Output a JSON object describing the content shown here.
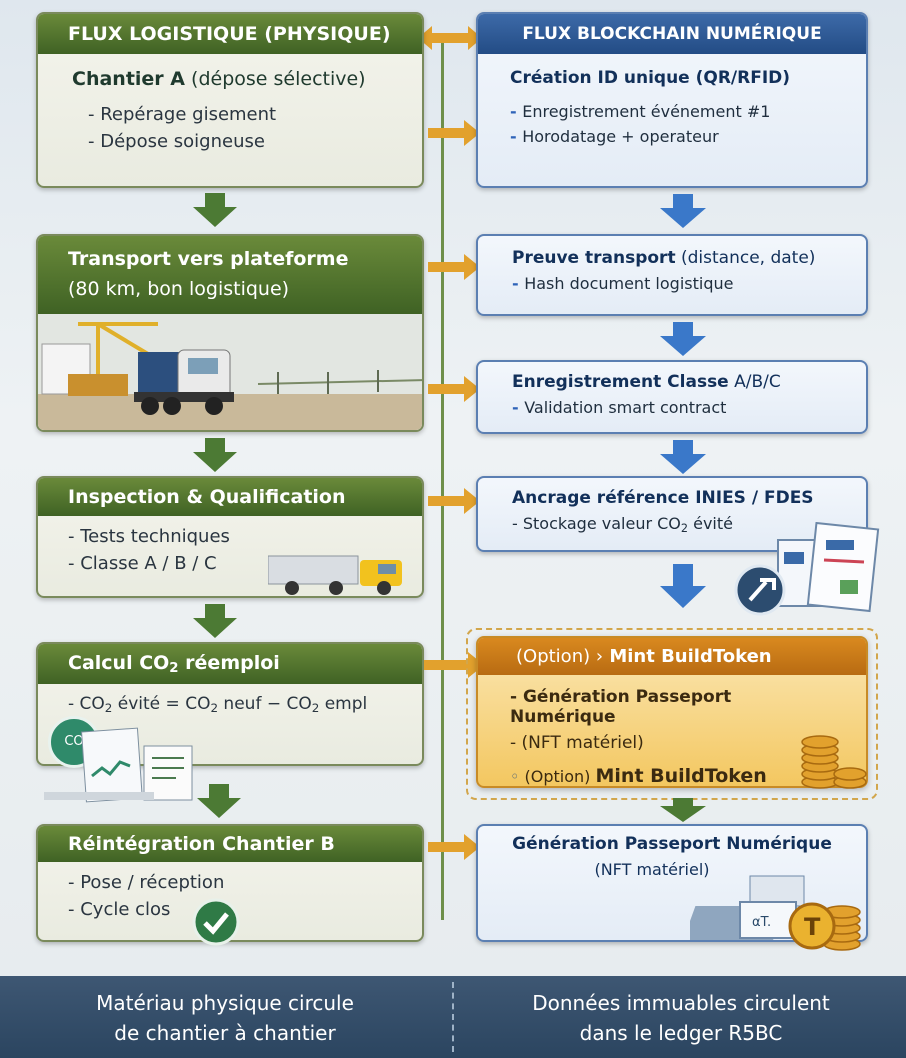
{
  "left": {
    "header": "FLUX LOGISTIQUE (PHYSIQUE)",
    "box1": {
      "title_bold": "Chantier A",
      "title_normal": " (dépose sélective)",
      "items": [
        "- Repérage gisement",
        "- Dépose soigneuse"
      ]
    },
    "box2": {
      "title_line1": "Transport vers plateforme",
      "title_line2": "(80 km, bon logistique)"
    },
    "box3": {
      "title": "Inspection & Qualification",
      "items": [
        "- Tests techniques",
        "- Classe A / B / C"
      ]
    },
    "box4": {
      "title_pre": "Calcul CO",
      "title_sub": "2",
      "title_post": " réemploi",
      "formula_a": "- CO",
      "formula_b": " évité = CO",
      "formula_c": " neuf − CO",
      "formula_d": " empl",
      "sub2": "2",
      "badge": "CO"
    },
    "box5": {
      "title": "Réintégration Chantier B",
      "items": [
        "- Pose / réception",
        "- Cycle clos"
      ]
    }
  },
  "right": {
    "header": "FLUX BLOCKCHAIN NUMÉRIQUE",
    "box1": {
      "title": "Création ID unique (QR/RFID)",
      "items": [
        "Enregistrement événement #1",
        "Horodatage + operateur"
      ]
    },
    "box2": {
      "title_bold": "Preuve transport",
      "title_normal": " (distance, date)",
      "items": [
        "Hash document logistique"
      ]
    },
    "box3": {
      "title_bold": "Enregistrement Classe",
      "title_normal": " A/B/C",
      "items": [
        "Validation smart contract"
      ]
    },
    "box4": {
      "title": "Ancrage référence INIES / FDES",
      "item_pre": "- Stockage valeur CO",
      "item_sub": "2",
      "item_post": " évité"
    },
    "box5": {
      "header_normal": "(Option) ›",
      "header_bold": " Mint BuildToken",
      "items": [
        "- Génération Passeport Numérique",
        "- (NFT matériel)"
      ],
      "option_normal": "(Option) ",
      "option_bold": "Mint BuildToken"
    },
    "box6": {
      "title_line1": "Génération Passeport Numérique",
      "title_line2": "(NFT matériel)",
      "token_label": "T",
      "screen_label": "αT."
    }
  },
  "footer": {
    "left_line1": "Matériau physique circule",
    "left_line2": "de chantier à chantier",
    "right_line1": "Données immuables circulent",
    "right_line2": "dans le ledger R5BC"
  },
  "colors": {
    "green_head": "#4a6e2c",
    "blue_head": "#2a5591",
    "arrow_orange": "#e2a12d",
    "arrow_green": "#4c7a34",
    "arrow_blue": "#3a78c9",
    "gold_box": "#f3c760"
  }
}
